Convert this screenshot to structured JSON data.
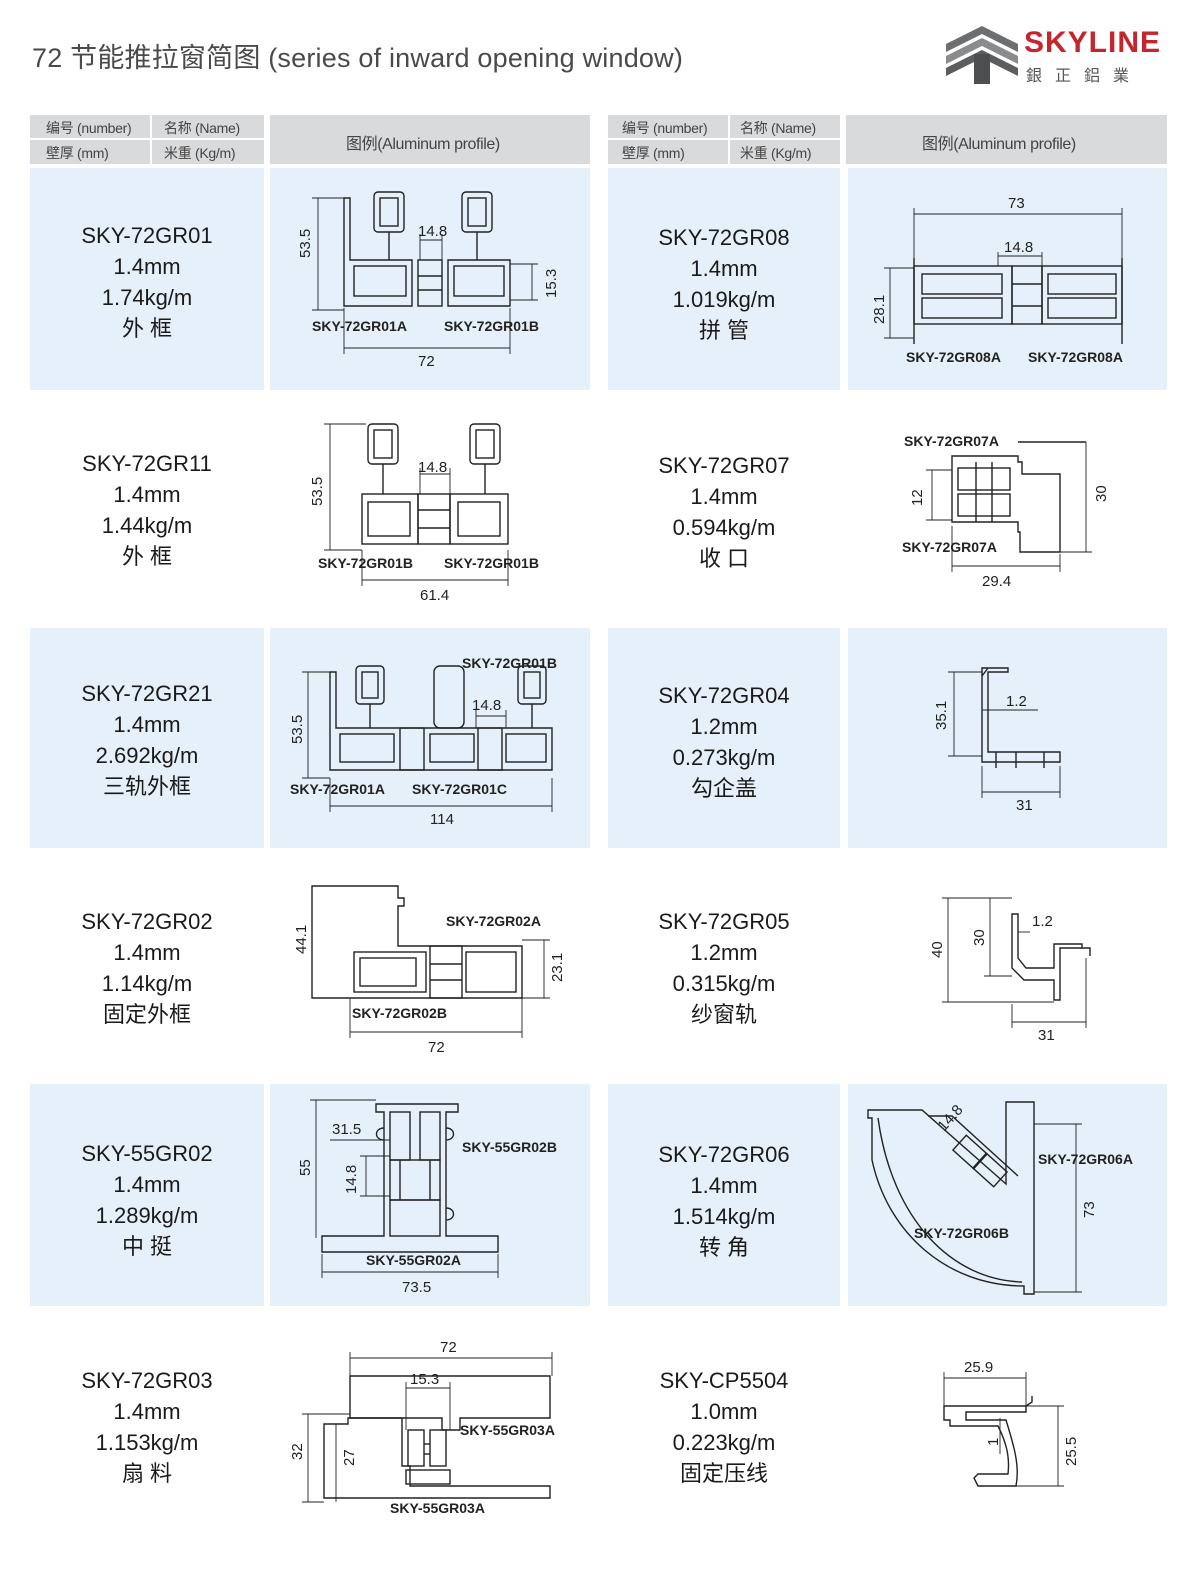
{
  "page_title": "72 节能推拉窗简图 (series of inward opening window)",
  "brand": {
    "name": "SKYLINE",
    "chinese": "銀正鋁業",
    "accent": "#c4262e"
  },
  "header": {
    "number": "编号 (number)",
    "name": "名称 (Name)",
    "thickness": "壁厚 (mm)",
    "weight": "米重 (Kg/m)",
    "diagram": "图例(Aluminum profile)"
  },
  "products": [
    {
      "code": "SKY-72GR01",
      "thickness": "1.4mm",
      "weight": "1.74kg/m",
      "name": "外 框",
      "labels": [
        "SKY-72GR01A",
        "SKY-72GR01B"
      ],
      "dims": [
        "53.5",
        "14.8",
        "15.3",
        "72"
      ]
    },
    {
      "code": "SKY-72GR08",
      "thickness": "1.4mm",
      "weight": "1.019kg/m",
      "name": "拼 管",
      "labels": [
        "SKY-72GR08A",
        "SKY-72GR08A"
      ],
      "dims": [
        "73",
        "14.8",
        "28.1"
      ]
    },
    {
      "code": "SKY-72GR11",
      "thickness": "1.4mm",
      "weight": "1.44kg/m",
      "name": "外 框",
      "labels": [
        "SKY-72GR01B",
        "SKY-72GR01B"
      ],
      "dims": [
        "53.5",
        "14.8",
        "61.4"
      ]
    },
    {
      "code": "SKY-72GR07",
      "thickness": "1.4mm",
      "weight": "0.594kg/m",
      "name": "收 口",
      "labels": [
        "SKY-72GR07A",
        "SKY-72GR07A"
      ],
      "dims": [
        "12",
        "30",
        "29.4"
      ]
    },
    {
      "code": "SKY-72GR21",
      "thickness": "1.4mm",
      "weight": "2.692kg/m",
      "name": "三轨外框",
      "labels": [
        "SKY-72GR01B",
        "SKY-72GR01A",
        "SKY-72GR01C"
      ],
      "dims": [
        "53.5",
        "14.8",
        "114"
      ]
    },
    {
      "code": "SKY-72GR04",
      "thickness": "1.2mm",
      "weight": "0.273kg/m",
      "name": "勾企盖",
      "labels": [],
      "dims": [
        "35.1",
        "1.2",
        "31"
      ]
    },
    {
      "code": "SKY-72GR02",
      "thickness": "1.4mm",
      "weight": "1.14kg/m",
      "name": "固定外框",
      "labels": [
        "SKY-72GR02A",
        "SKY-72GR02B"
      ],
      "dims": [
        "44.1",
        "23.1",
        "72"
      ]
    },
    {
      "code": "SKY-72GR05",
      "thickness": "1.2mm",
      "weight": "0.315kg/m",
      "name": "纱窗轨",
      "labels": [],
      "dims": [
        "40",
        "30",
        "1.2",
        "31"
      ]
    },
    {
      "code": "SKY-55GR02",
      "thickness": "1.4mm",
      "weight": "1.289kg/m",
      "name": "中 挺",
      "labels": [
        "SKY-55GR02B",
        "SKY-55GR02A"
      ],
      "dims": [
        "31.5",
        "55",
        "14.8",
        "73.5"
      ]
    },
    {
      "code": "SKY-72GR06",
      "thickness": "1.4mm",
      "weight": "1.514kg/m",
      "name": "转 角",
      "labels": [
        "SKY-72GR06A",
        "SKY-72GR06B"
      ],
      "dims": [
        "14.8",
        "73"
      ]
    },
    {
      "code": "SKY-72GR03",
      "thickness": "1.4mm",
      "weight": "1.153kg/m",
      "name": "扇 料",
      "labels": [
        "SKY-55GR03A",
        "SKY-55GR03A"
      ],
      "dims": [
        "72",
        "15.3",
        "32",
        "27"
      ]
    },
    {
      "code": "SKY-CP5504",
      "thickness": "1.0mm",
      "weight": "0.223kg/m",
      "name": "固定压线",
      "labels": [],
      "dims": [
        "25.9",
        "1",
        "25.5"
      ]
    }
  ]
}
